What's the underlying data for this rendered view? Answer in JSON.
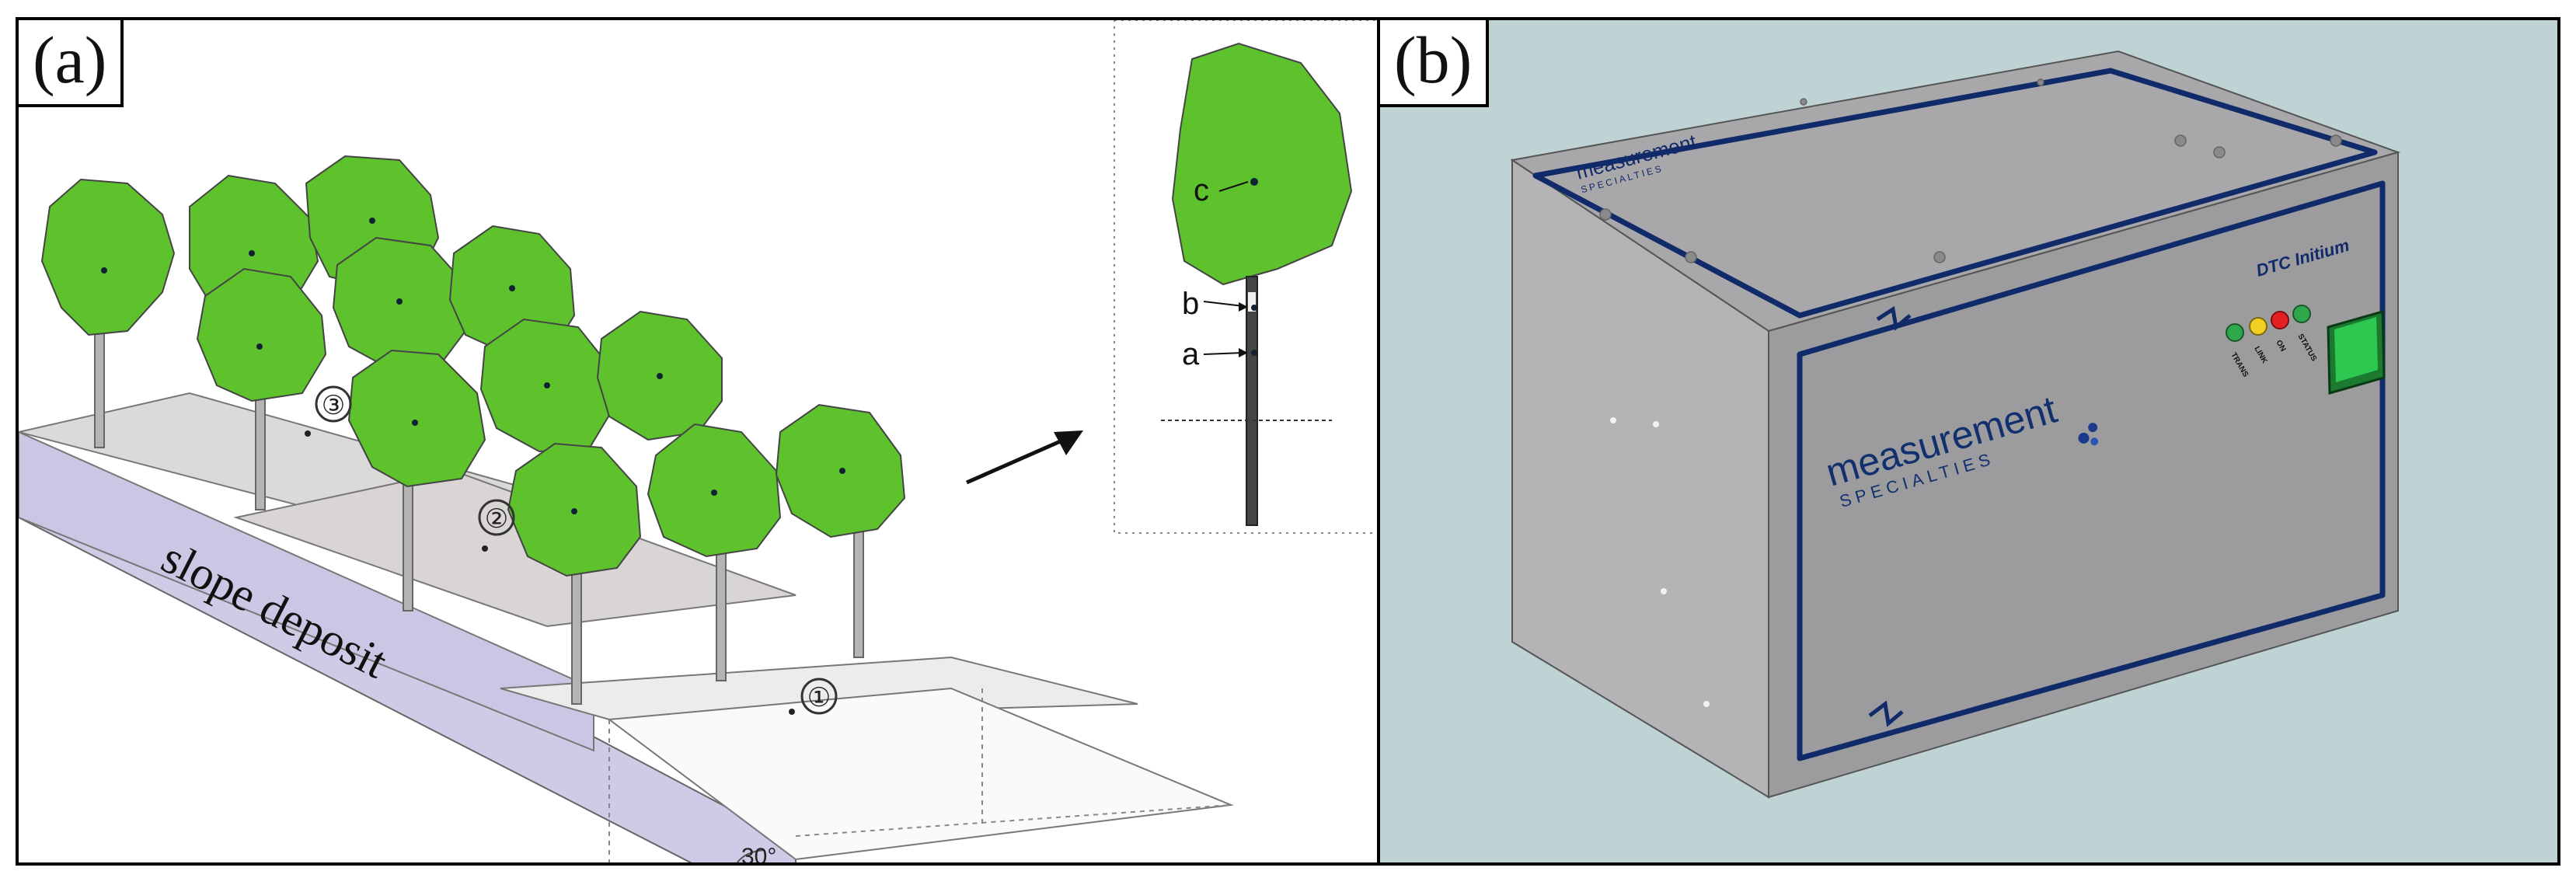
{
  "panel_a": {
    "tag": "(a)",
    "slope_label": "slope deposit",
    "angle_label": "30°",
    "row_labels": [
      "①",
      "②",
      "③"
    ],
    "inset_labels": {
      "c": "c",
      "b": "b",
      "a": "a"
    },
    "colors": {
      "tree": "#5dc22c",
      "slope_face": "#cfcbe6",
      "terrace": "#dcd8d8",
      "trunk": "#b4b4b4"
    }
  },
  "panel_b": {
    "tag": "(b)",
    "front_logo_main": "measurement",
    "front_logo_sub": "SPECIALTIES",
    "top_logo_main": "measurement",
    "top_logo_sub": "SPECIALTIES",
    "brand_top": "DTC Initium",
    "led_labels": [
      "TRANS",
      "LINK",
      "ON",
      "STATUS"
    ],
    "colors": {
      "background": "#bfd3d4",
      "box": "#9a9a9c",
      "trim": "#102a6a",
      "button": "#23c14a"
    }
  }
}
